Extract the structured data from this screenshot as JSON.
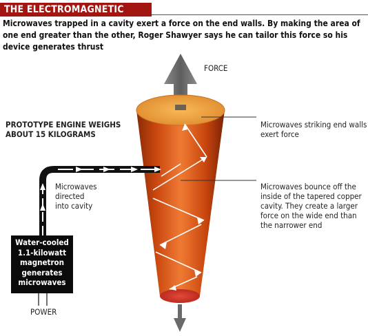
{
  "header": {
    "title": "THE ELECTROMAGNETIC DRIVE",
    "subtitle": "Microwaves trapped in a cavity exert a force on the end walls. By making the area of one end greater than the other, Roger Shawyer says he can tailor this force so his device generates thrust"
  },
  "labels": {
    "force": "FORCE",
    "prototype": "PROTOTYPE ENGINE WEIGHS\nABOUT 15 KILOGRAMS",
    "microwaves_directed": "Microwaves\ndirected\ninto cavity",
    "striking": "Microwaves striking end walls\nexert force",
    "bounce": "Microwaves bounce off the\ninside of the tapered copper\ncavity. They create a larger\nforce on the wide end than\nthe narrower end",
    "magnetron": "Water-cooled\n1.1-kilowatt\nmagnetron\ngenerates\nmicrowaves",
    "power": "POWER"
  },
  "colors": {
    "title_bar": "#a31510",
    "copper_dark": "#a8380c",
    "copper_light": "#f07a30",
    "top_cap": "#f5a040",
    "arrow_gray": "#6e6e6e"
  }
}
